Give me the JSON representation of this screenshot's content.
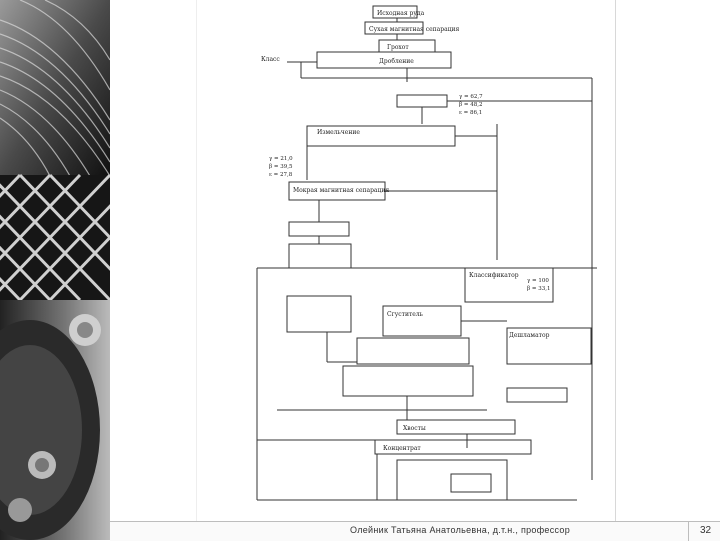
{
  "slide": {
    "author_credit": "Олейник Татьяна Анатольевна, д.т.н., профессор",
    "page_number": "32"
  },
  "flowsheet": {
    "nodes": {
      "source_ore": "Исходная руда",
      "crushing": "Дробление",
      "screening": "Грохот",
      "product_fines": "Класс",
      "dry_magnetic_sep": "Сухая магнитная сепарация",
      "grinding_1": "Измельчение",
      "hydrocyclone": "Классификатор",
      "wet_magnetic_sep": "Мокрая магнитная сепарация",
      "desliming": "Дешламатор",
      "thickening": "Сгуститель",
      "concentrate": "Концентрат",
      "tailings": "Хвосты"
    },
    "marks": [
      "γ = 62,7",
      "β = 48,2",
      "ε = 86,1",
      "γ = 21,0",
      "β = 39,5",
      "ε = 27,8",
      "γ = 100",
      "β = 33,1"
    ]
  },
  "icons": {
    "scan": "scanned-flowsheet-image",
    "photo": "decorative-metal-grille-photo"
  }
}
